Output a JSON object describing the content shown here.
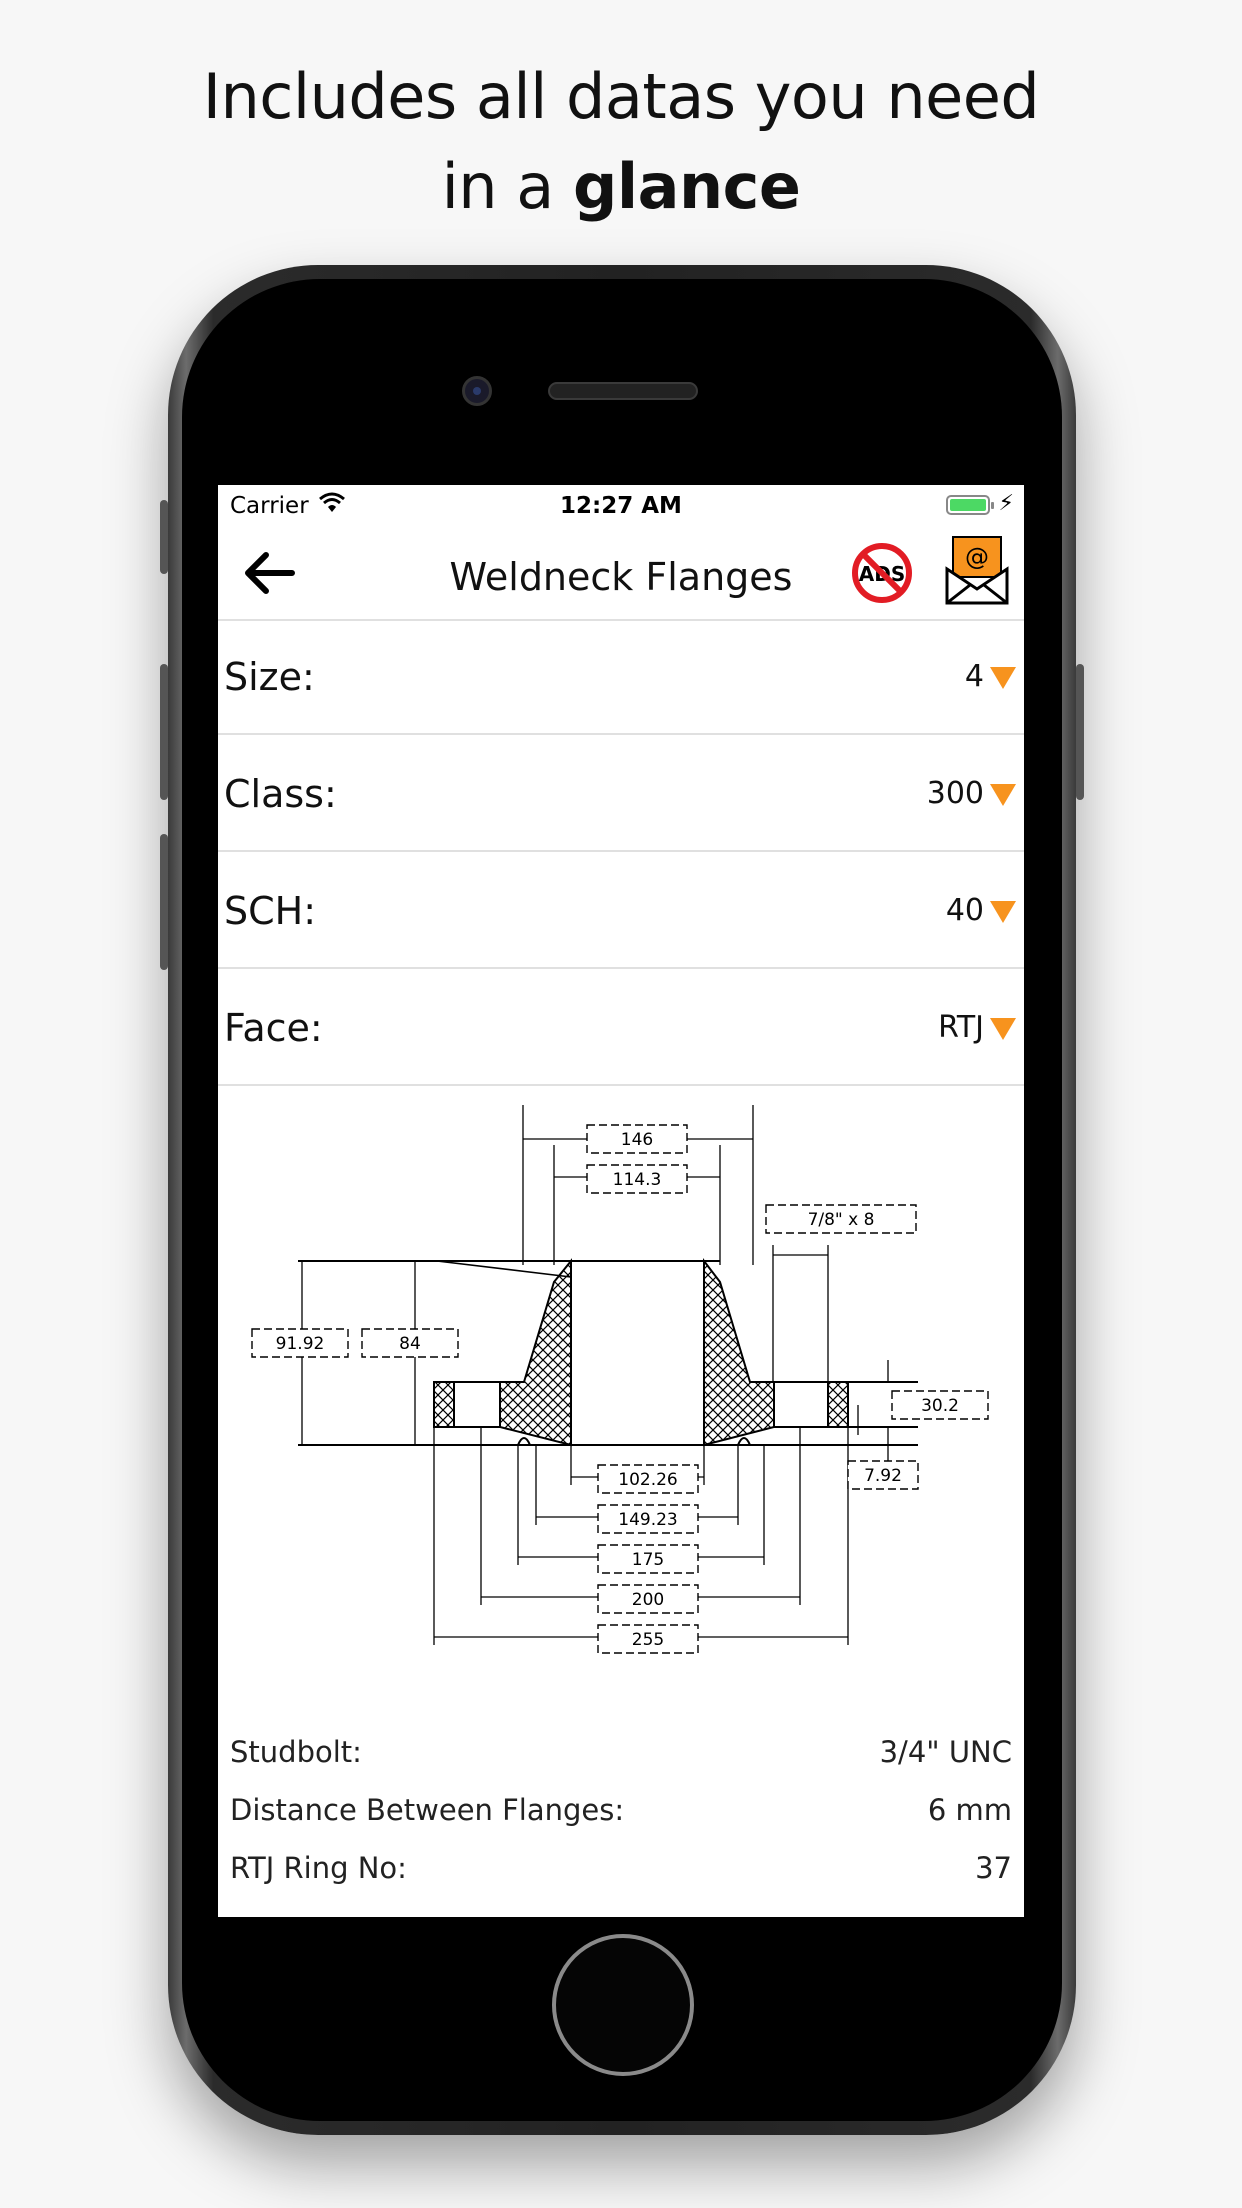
{
  "promo": {
    "line1": "Includes all datas you need",
    "line2_prefix": "in a ",
    "line2_bold": "glance"
  },
  "status_bar": {
    "carrier": "Carrier",
    "time": "12:27 AM"
  },
  "navbar": {
    "title": "Weldneck Flanges"
  },
  "selectors": [
    {
      "label": "Size:",
      "value": "4"
    },
    {
      "label": "Class:",
      "value": "300"
    },
    {
      "label": "SCH:",
      "value": "40"
    },
    {
      "label": "Face:",
      "value": "RTJ"
    }
  ],
  "drawing": {
    "top_width": "146",
    "hub_width": "114.3",
    "bolt_spec": "7/8\" x 8",
    "height_total": "91.92",
    "height_hub": "84",
    "flange_thickness": "30.2",
    "ring_offset": "7.92",
    "bore": "102.26",
    "ring_dia": "149.23",
    "raised_dia": "175",
    "bolt_circle": "200",
    "outer_dia": "255"
  },
  "details": [
    {
      "key": "Studbolt:",
      "value": "3/4\" UNC"
    },
    {
      "key": "Distance Between Flanges:",
      "value": "6 mm"
    },
    {
      "key": "RTJ Ring No:",
      "value": "37"
    }
  ],
  "colors": {
    "accent": "#f7931e",
    "noads_red": "#e21c24"
  },
  "icons": {
    "back": "arrow-left-icon",
    "noads": "no-ads-icon",
    "mail": "email-icon"
  }
}
